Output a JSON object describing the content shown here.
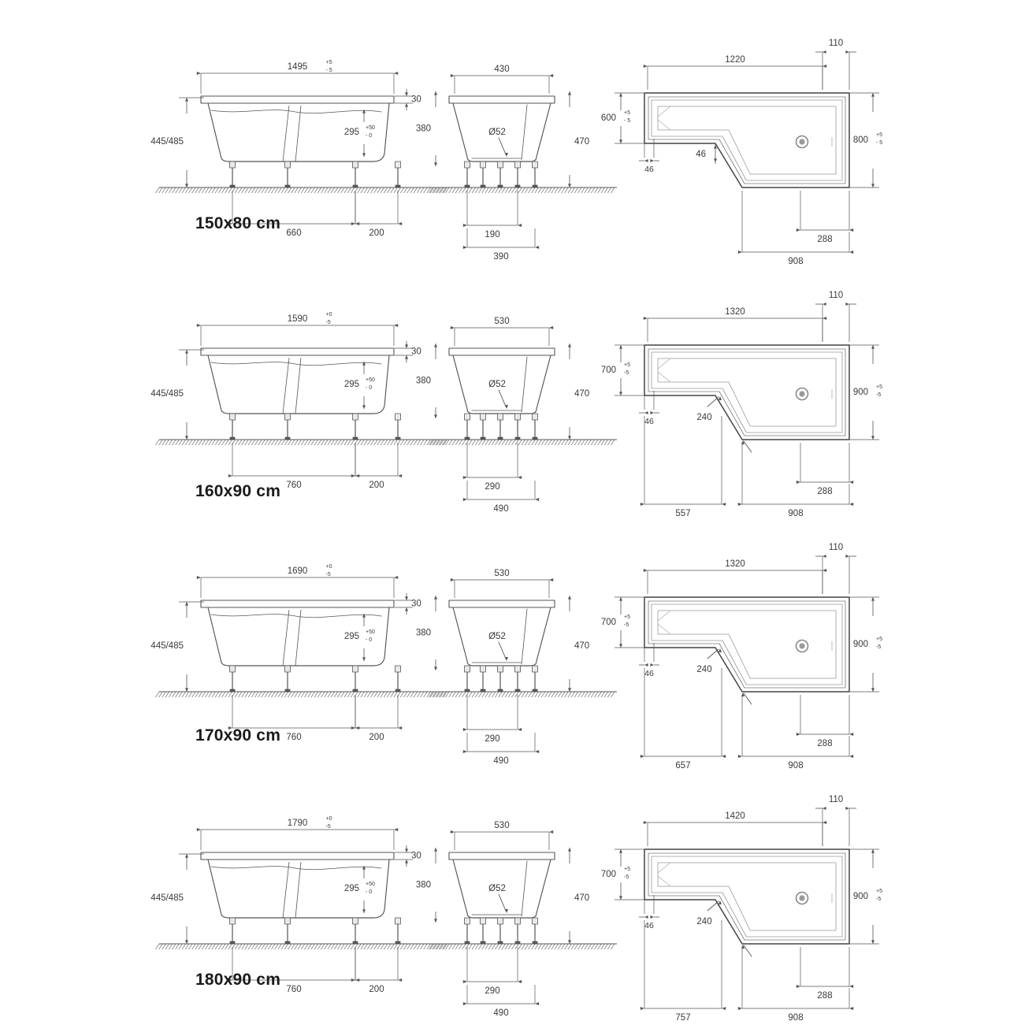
{
  "document": {
    "type": "technical-dimension-drawing",
    "subject": "L-shaped shower bath dimensional drawings",
    "units": "mm (labels) / cm (size titles)",
    "line_color": "#555555",
    "text_color": "#3a3a3a",
    "background": "#ffffff"
  },
  "variants": [
    {
      "id": "v150x80",
      "size_label": "150x80 cm",
      "side_view": {
        "overall_length": "1495",
        "overall_tol_plus": "+5",
        "overall_tol_minus": "- 5",
        "rim_thickness": "30",
        "height_range": "445/485",
        "inner_depth": "295",
        "inner_depth_tol_plus": "+50",
        "inner_depth_tol_minus": "- 0",
        "leg_span_a": "660",
        "leg_span_b": "200"
      },
      "end_view": {
        "top_width": "430",
        "height_left": "380",
        "drain_label": "Ø52",
        "height_right": "470",
        "leg_span_a": "190",
        "leg_span_b": "390"
      },
      "plan_view": {
        "top_width": "1220",
        "top_right_offset": "110",
        "left_height": "600",
        "left_tol_plus": "+5",
        "left_tol_minus": "- 5",
        "right_height": "800",
        "right_tol_plus": "+5",
        "right_tol_minus": "- 5",
        "wall_left": "46",
        "notch_mark": "46",
        "bottom_inner": "288",
        "bottom_outer": "908",
        "bottom_left": "",
        "show_bottom_left": false,
        "notch_is_diag": false
      }
    },
    {
      "id": "v160x90",
      "size_label": "160x90 cm",
      "side_view": {
        "overall_length": "1590",
        "overall_tol_plus": "+0",
        "overall_tol_minus": "-5",
        "rim_thickness": "30",
        "height_range": "445/485",
        "inner_depth": "295",
        "inner_depth_tol_plus": "+50",
        "inner_depth_tol_minus": "- 0",
        "leg_span_a": "760",
        "leg_span_b": "200"
      },
      "end_view": {
        "top_width": "530",
        "height_left": "380",
        "drain_label": "Ø52",
        "height_right": "470",
        "leg_span_a": "290",
        "leg_span_b": "490"
      },
      "plan_view": {
        "top_width": "1320",
        "top_right_offset": "110",
        "left_height": "700",
        "left_tol_plus": "+5",
        "left_tol_minus": "-5",
        "right_height": "900",
        "right_tol_plus": "+5",
        "right_tol_minus": "-5",
        "wall_left": "46",
        "notch_mark": "240",
        "bottom_inner": "288",
        "bottom_outer": "908",
        "bottom_left": "557",
        "show_bottom_left": true,
        "notch_is_diag": true
      }
    },
    {
      "id": "v170x90",
      "size_label": "170x90 cm",
      "side_view": {
        "overall_length": "1690",
        "overall_tol_plus": "+0",
        "overall_tol_minus": "-5",
        "rim_thickness": "30",
        "height_range": "445/485",
        "inner_depth": "295",
        "inner_depth_tol_plus": "+50",
        "inner_depth_tol_minus": "- 0",
        "leg_span_a": "760",
        "leg_span_b": "200"
      },
      "end_view": {
        "top_width": "530",
        "height_left": "380",
        "drain_label": "Ø52",
        "height_right": "470",
        "leg_span_a": "290",
        "leg_span_b": "490"
      },
      "plan_view": {
        "top_width": "1320",
        "top_right_offset": "110",
        "left_height": "700",
        "left_tol_plus": "+5",
        "left_tol_minus": "-5",
        "right_height": "900",
        "right_tol_plus": "+5",
        "right_tol_minus": "-5",
        "wall_left": "46",
        "notch_mark": "240",
        "bottom_inner": "288",
        "bottom_outer": "908",
        "bottom_left": "657",
        "show_bottom_left": true,
        "notch_is_diag": true
      }
    },
    {
      "id": "v180x90",
      "size_label": "180x90 cm",
      "side_view": {
        "overall_length": "1790",
        "overall_tol_plus": "+0",
        "overall_tol_minus": "-5",
        "rim_thickness": "30",
        "height_range": "445/485",
        "inner_depth": "295",
        "inner_depth_tol_plus": "+50",
        "inner_depth_tol_minus": "- 0",
        "leg_span_a": "760",
        "leg_span_b": "200"
      },
      "end_view": {
        "top_width": "530",
        "height_left": "380",
        "drain_label": "Ø52",
        "height_right": "470",
        "leg_span_a": "290",
        "leg_span_b": "490"
      },
      "plan_view": {
        "top_width": "1420",
        "top_right_offset": "110",
        "left_height": "700",
        "left_tol_plus": "+5",
        "left_tol_minus": "-5",
        "right_height": "900",
        "right_tol_plus": "+5",
        "right_tol_minus": "-5",
        "wall_left": "46",
        "notch_mark": "240",
        "bottom_inner": "288",
        "bottom_outer": "908",
        "bottom_left": "757",
        "show_bottom_left": true,
        "notch_is_diag": true
      }
    }
  ]
}
